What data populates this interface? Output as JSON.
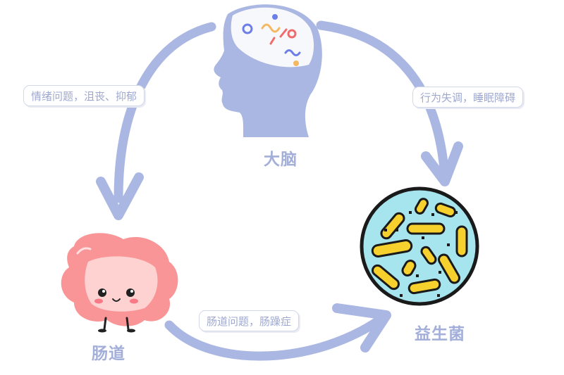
{
  "nodes": {
    "brain": "大脑",
    "gut": "肠道",
    "probiotics": "益生菌"
  },
  "edges": {
    "brain_to_gut": "情绪问题，沮丧、抑郁",
    "brain_to_probiotics": "行为失调，睡眠障碍",
    "gut_to_probiotics": "肠道问题，肠躁症"
  },
  "colors": {
    "arrow": "#aab7e2",
    "label": "#a3afd9",
    "gut": "#f99597",
    "bacteria_bg": "#a6e4ee",
    "bacteria_cell": "#f6d12e"
  }
}
